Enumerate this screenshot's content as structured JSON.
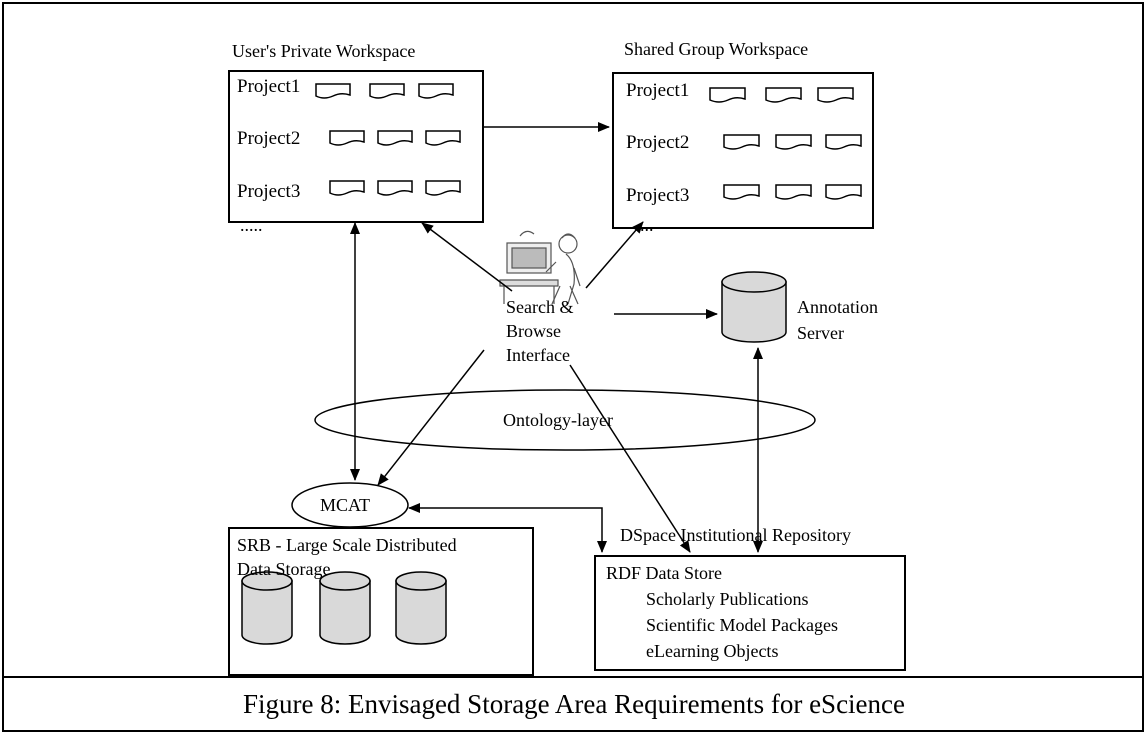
{
  "private_workspace": {
    "title": "User's Private Workspace",
    "projects": [
      "Project1",
      "Project2",
      "Project3"
    ],
    "ellipsis": "....."
  },
  "shared_workspace": {
    "title": "Shared Group Workspace",
    "projects": [
      "Project1",
      "Project2",
      "Project3"
    ],
    "ellipsis": "..."
  },
  "search_interface": {
    "line1": "Search &",
    "line2": "Browse",
    "line3": "Interface"
  },
  "annotation_server": {
    "line1": "Annotation",
    "line2": "Server"
  },
  "ontology_layer": "Ontology-layer",
  "mcat": "MCAT",
  "srb": {
    "line1": "SRB - Large Scale Distributed",
    "line2": "Data Storage"
  },
  "dspace": {
    "title": "DSpace Institutional Repository",
    "store_title": "RDF Data Store",
    "items": [
      "Scholarly Publications",
      "Scientific Model Packages",
      "eLearning Objects"
    ]
  },
  "caption": "Figure 8: Envisaged Storage Area Requirements for eScience",
  "colors": {
    "cylinder_fill": "#d9d9d9",
    "line": "#000000"
  }
}
